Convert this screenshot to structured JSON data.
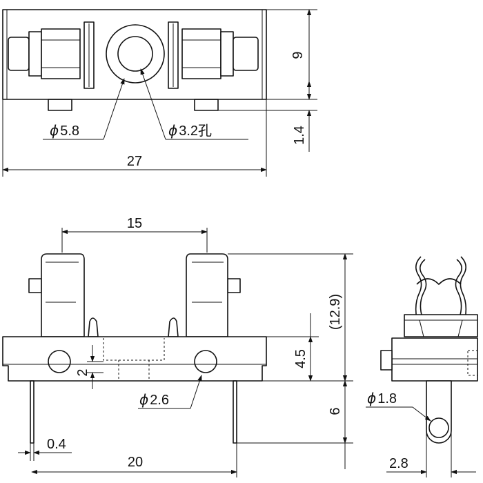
{
  "top_view": {
    "dim_width": "27",
    "dim_height": "9",
    "dim_pin_offset": "1.4",
    "hole_outer_symbol": "ϕ",
    "hole_outer": "5.8",
    "hole_inner_symbol": "ϕ",
    "hole_inner": "3.2孔"
  },
  "front_view": {
    "dim_clip_spacing": "15",
    "dim_total_height": "(12.9)",
    "dim_base_height": "4.5",
    "dim_hole_offset": "2",
    "hole_symbol": "ϕ",
    "hole_diameter": "2.6",
    "dim_pin_length": "6",
    "dim_pin_thickness": "0.4",
    "dim_pin_spacing": "20"
  },
  "side_view": {
    "hole_symbol": "ϕ",
    "hole_diameter": "1.8",
    "dim_pin_width": "2.8"
  }
}
